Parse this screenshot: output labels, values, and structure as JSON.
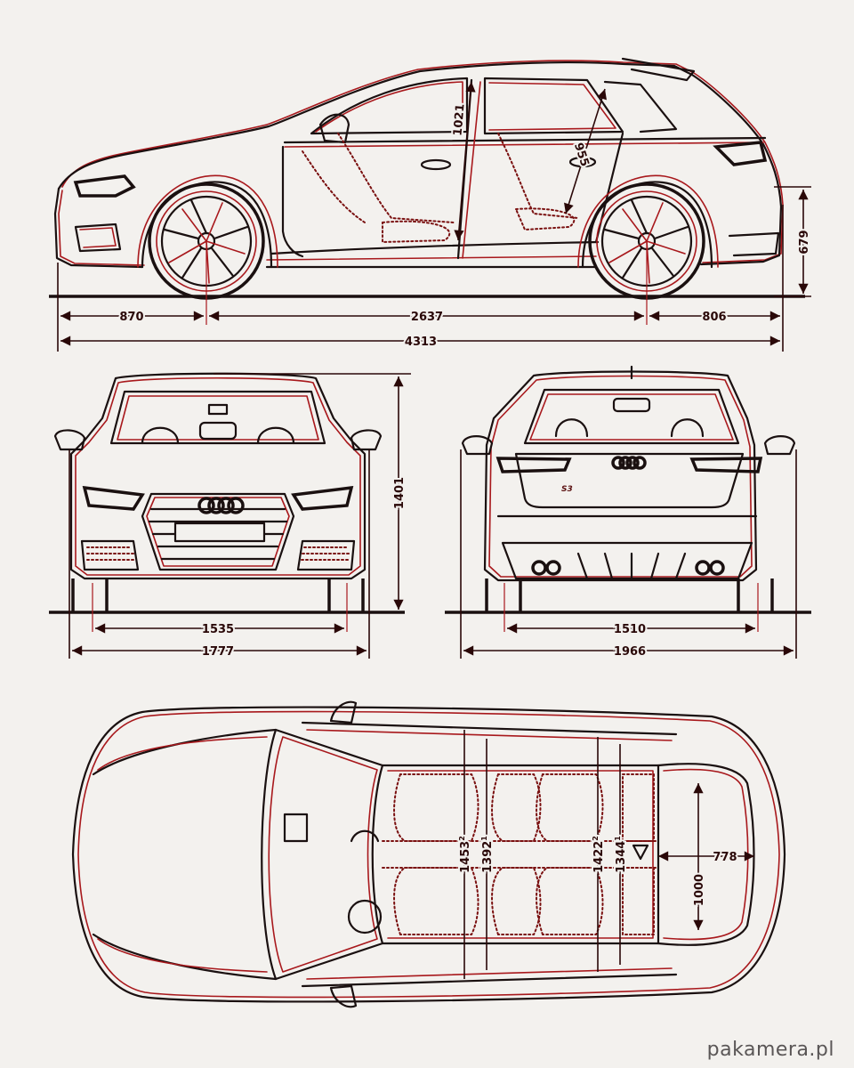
{
  "title": "Audi S3 Sportback blueprint",
  "colors": {
    "background": "#f3f1ee",
    "ink": "#1a1010",
    "accent": "#a8181c"
  },
  "side_view": {
    "front_overhang": "870",
    "wheelbase": "2637",
    "rear_overhang": "806",
    "overall_length": "4313",
    "front_headroom": "1021",
    "rear_headroom": "955",
    "rear_height": "679"
  },
  "front_view": {
    "track": "1535",
    "width": "1777",
    "height": "1401"
  },
  "rear_view": {
    "track": "1510",
    "width_with_mirrors": "1966",
    "badge": "S3"
  },
  "top_view": {
    "front_shoulder": "1453",
    "front_shoulder_sup": "2",
    "front_elbow": "1392",
    "front_elbow_sup": "1",
    "rear_shoulder": "1422",
    "rear_shoulder_sup": "2",
    "rear_elbow": "1344",
    "rear_elbow_sup": "1",
    "trunk_length": "778",
    "trunk_width": "1000"
  },
  "watermark": "pakamera.pl"
}
